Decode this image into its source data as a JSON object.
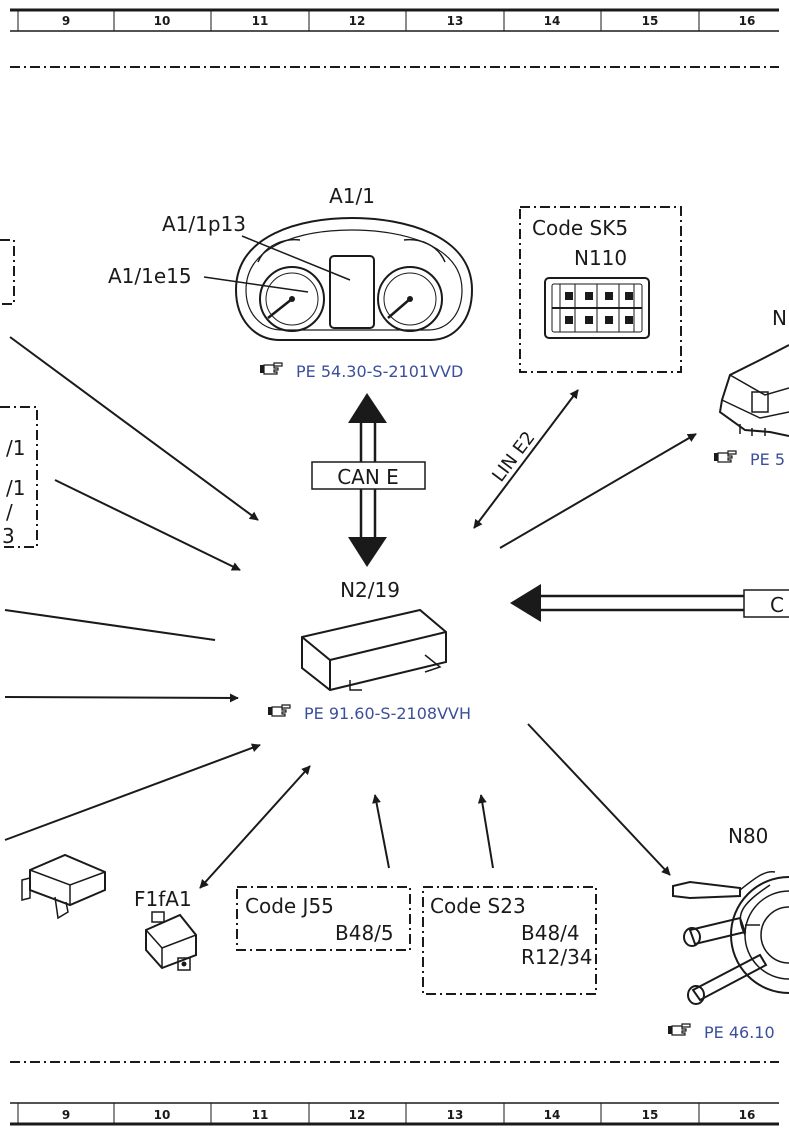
{
  "ruler": {
    "top": [
      "9",
      "10",
      "11",
      "12",
      "13",
      "14",
      "15",
      "16"
    ],
    "bottom": [
      "9",
      "10",
      "11",
      "12",
      "13",
      "14",
      "15",
      "16"
    ]
  },
  "components": {
    "cluster": {
      "name": "A1/1",
      "pointer_label": "A1/1p13",
      "lamp_label": "A1/1e15",
      "ref": "PE 54.30-S-2101VVD"
    },
    "sk5": {
      "code": "Code SK5",
      "name": "N110"
    },
    "center": {
      "name": "N2/19",
      "ref": "PE 91.60-S-2108VVH"
    },
    "bus_can": "CAN E",
    "bus_lin": "LIN E2",
    "right_partial": {
      "name": "N",
      "ref": "PE 5"
    },
    "right_bus_partial": "C",
    "left_partial_lines": [
      "/1",
      "/1",
      "/",
      "3"
    ],
    "f1fa1": {
      "name": "F1fA1"
    },
    "j55": {
      "code": "Code J55",
      "name": "B48/5"
    },
    "s23": {
      "code": "Code S23",
      "items": [
        "B48/4",
        "R12/34"
      ]
    },
    "n80": {
      "name": "N80",
      "ref": "PE 46.10"
    }
  },
  "icons": {
    "reference": "pointing-hand-icon"
  },
  "colors": {
    "reference_text": "#3b4f9a",
    "line": "#1a1a1a"
  }
}
